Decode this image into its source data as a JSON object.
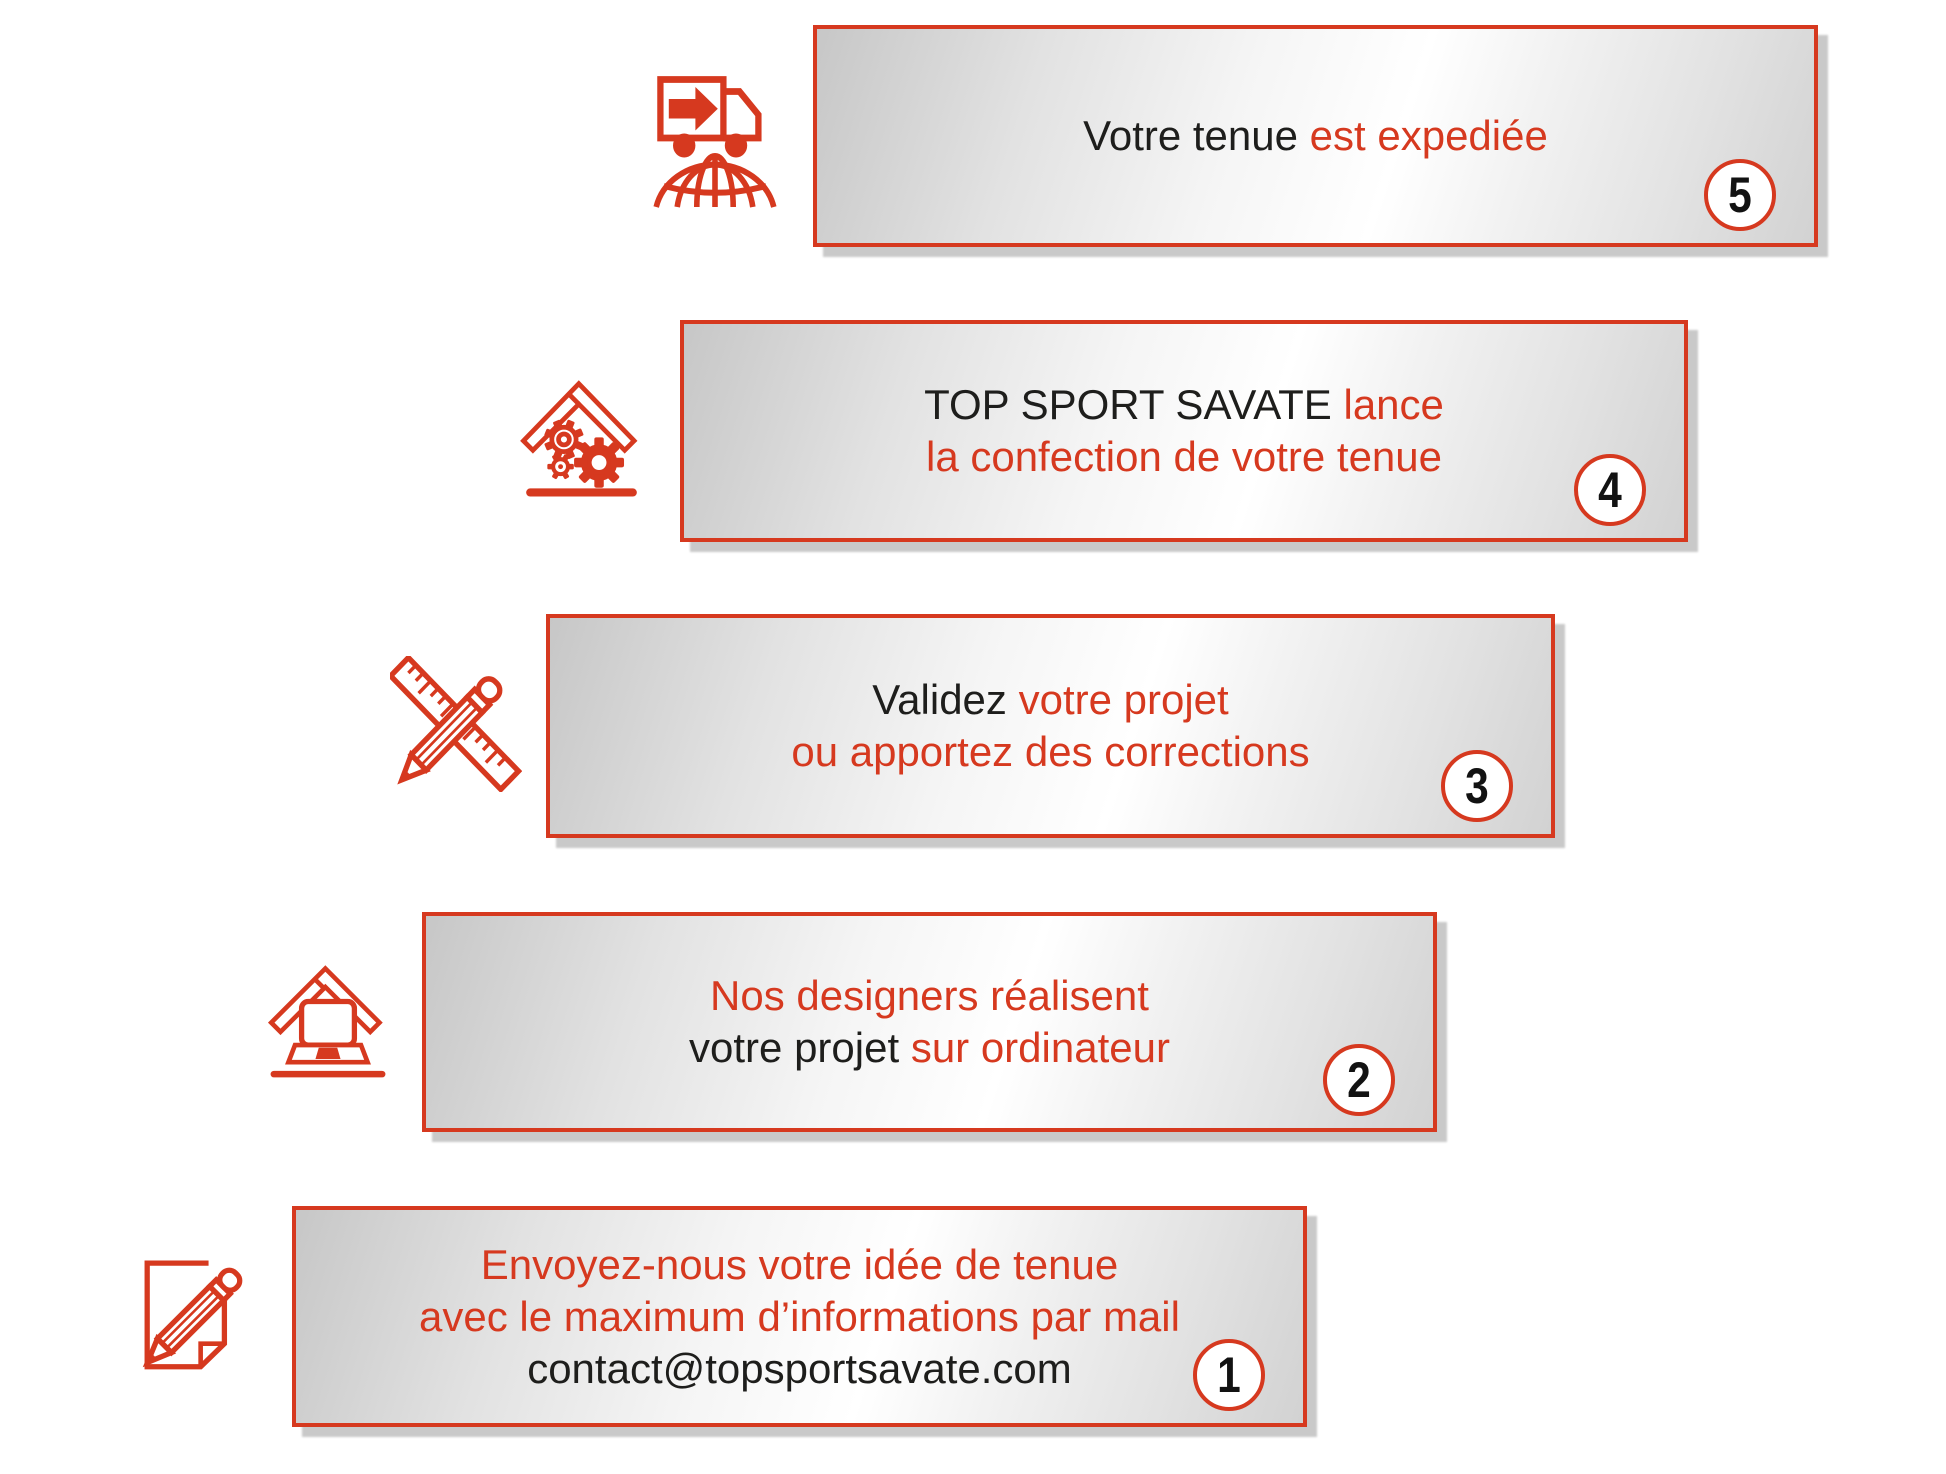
{
  "colors": {
    "accent": "#d6391f",
    "text_dark": "#1e1e1c",
    "number_dark": "#121212",
    "shadow": "#c9c9c9"
  },
  "steps": [
    {
      "number": "1",
      "icon": "memo-pencil-icon",
      "line1_red": "Envoyez-nous votre idée de tenue",
      "line2_red": "avec le maximum d’informations par mail",
      "line3_dark": "contact@topsportsavate.com"
    },
    {
      "number": "2",
      "icon": "house-laptop-icon",
      "line1_red": "Nos designers réalisent",
      "line2_dark": "votre projet ",
      "line2_red": "sur ordinateur"
    },
    {
      "number": "3",
      "icon": "ruler-pencil-cross-icon",
      "line1_dark": "Validez ",
      "line1_red": "votre projet",
      "line2_red": "ou apportez des corrections"
    },
    {
      "number": "4",
      "icon": "workshop-gears-icon",
      "line1_dark": "TOP SPORT SAVATE ",
      "line1_red": "lance",
      "line2_red": "la confection de votre tenue"
    },
    {
      "number": "5",
      "icon": "delivery-truck-globe-icon",
      "line1_dark": "Votre tenue ",
      "line1_red": "est expediée"
    }
  ]
}
